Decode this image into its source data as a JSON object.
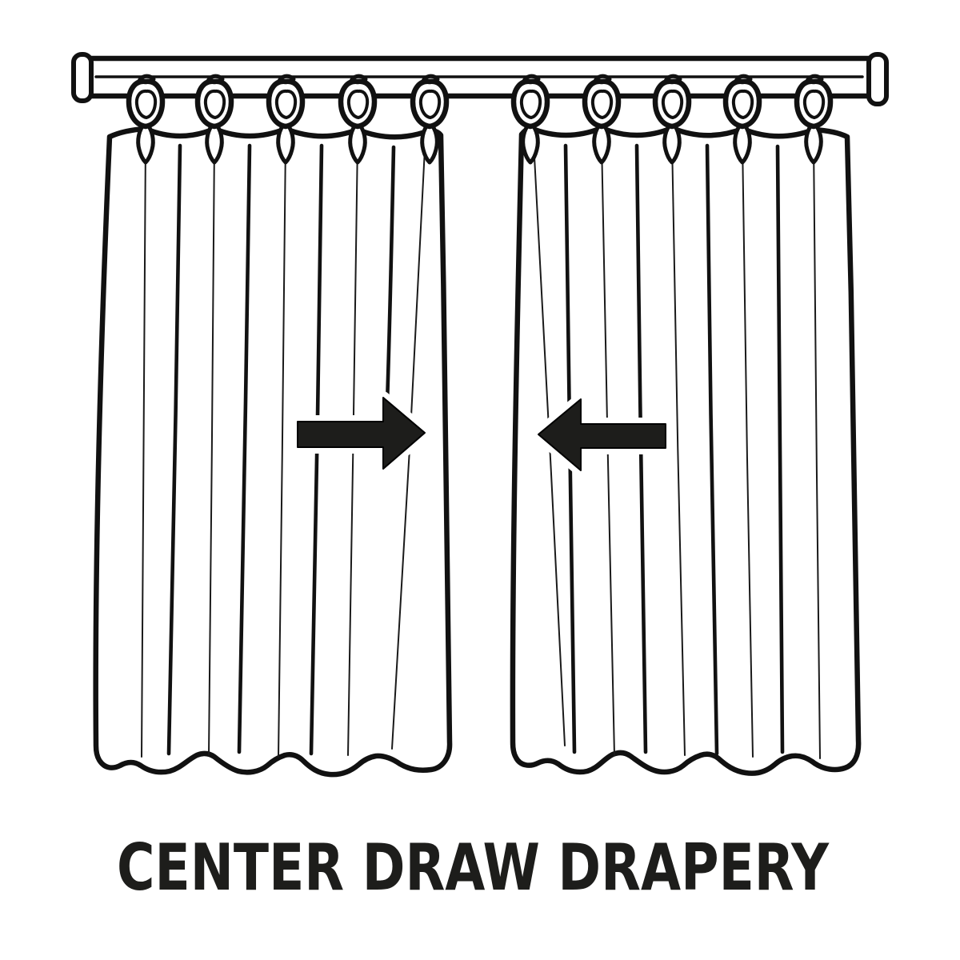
{
  "diagram": {
    "title": "CENTER DRAW DRAPERY",
    "background_color": "#ffffff",
    "line_color": "#111111",
    "arrow_color": "#1d1d1b",
    "title_color": "#1d1d1b",
    "panels": [
      {
        "side": "left",
        "ring_count": 5,
        "draw_direction": "right"
      },
      {
        "side": "right",
        "ring_count": 5,
        "draw_direction": "left"
      }
    ],
    "arrows": [
      {
        "icon": "arrow-right-icon",
        "direction": "right"
      },
      {
        "icon": "arrow-left-icon",
        "direction": "left"
      }
    ],
    "total_rings": 10
  }
}
